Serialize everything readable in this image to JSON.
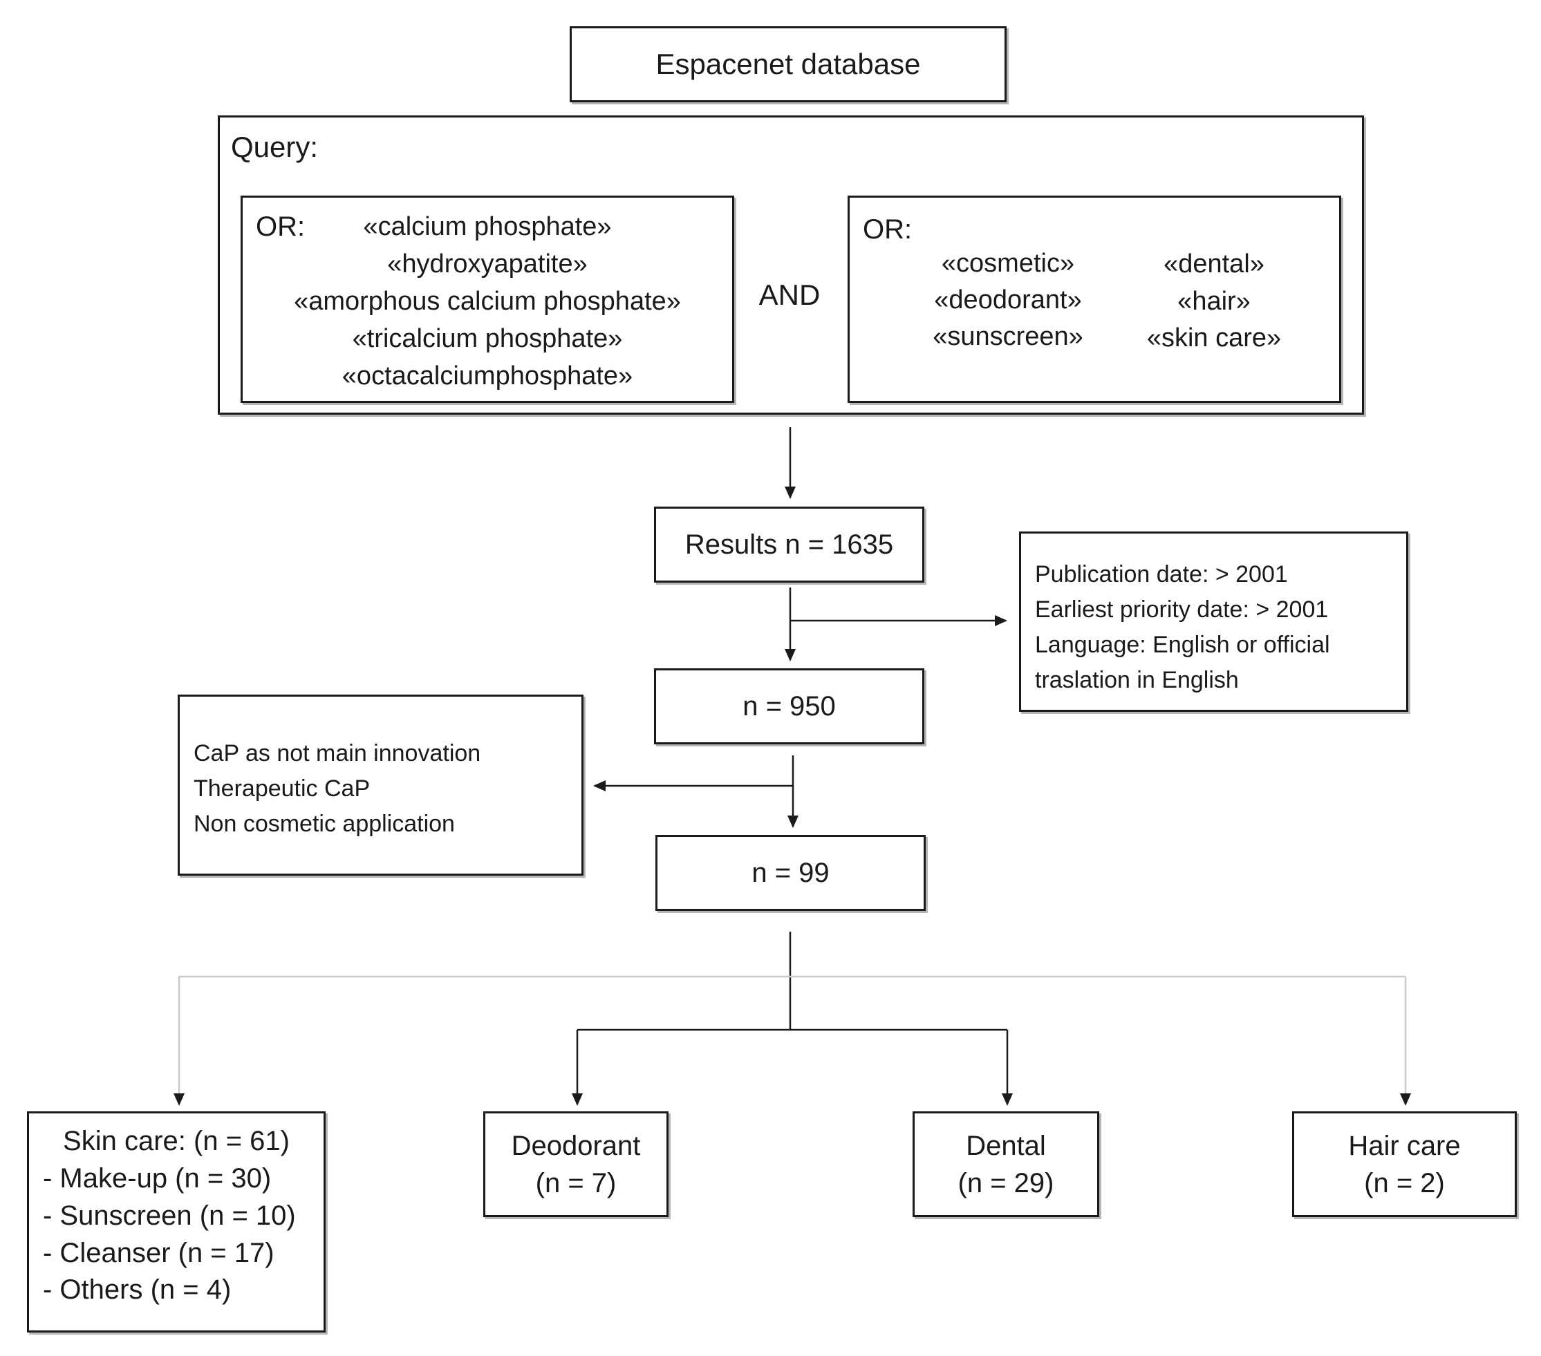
{
  "title": "Espacenet database",
  "query": {
    "label": "Query:",
    "left": {
      "operator": "OR:",
      "terms": [
        "«calcium phosphate»",
        "«hydroxyapatite»",
        "«amorphous calcium phosphate»",
        "«tricalcium phosphate»",
        "«octacalciumphosphate»"
      ]
    },
    "connector": "AND",
    "right": {
      "operator": "OR:",
      "terms": [
        "«cosmetic»",
        "«dental»",
        "«deodorant»",
        "«hair»",
        "«sunscreen»",
        "«skin care»"
      ]
    }
  },
  "results": "Results n = 1635",
  "filter1": {
    "lines": [
      "Publication date: > 2001",
      "Earliest priority date: > 2001",
      "Language: English or official",
      "traslation in English"
    ]
  },
  "step2": "n = 950",
  "filter2": {
    "lines": [
      "CaP as not main innovation",
      "Therapeutic CaP",
      "Non cosmetic application"
    ]
  },
  "step3": "n = 99",
  "categories": {
    "skin": {
      "title": "Skin care: (n = 61)",
      "items": [
        "- Make-up (n = 30)",
        "- Sunscreen (n = 10)",
        "- Cleanser (n = 17)",
        "- Others (n = 4)"
      ]
    },
    "deodorant": {
      "name": "Deodorant",
      "count": "(n = 7)"
    },
    "dental": {
      "name": "Dental",
      "count": "(n = 29)"
    },
    "hair": {
      "name": "Hair care",
      "count": "(n = 2)"
    }
  },
  "colors": {
    "stroke": "#1a1a1a",
    "shadow": "#b5b5b5",
    "light_connector": "#c9c9c9"
  }
}
